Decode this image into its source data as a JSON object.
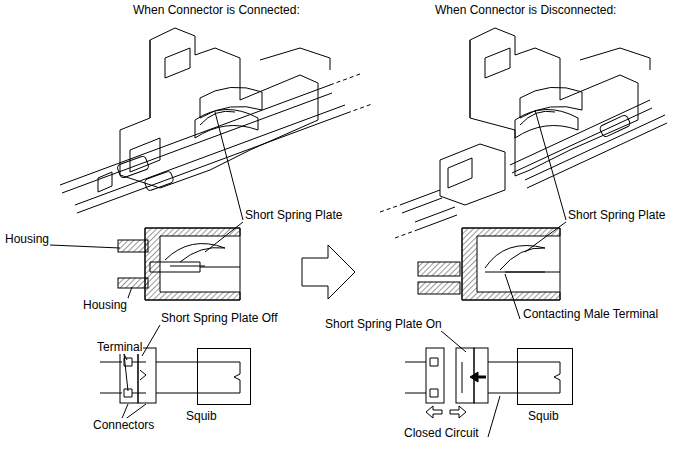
{
  "diagram": {
    "nodes": [
      {
        "text": [
          "Squib"
        ]
      },
      {
        "text": [
          "Squib"
        ]
      }
    ],
    "labels": [
      "When Connector is Connected:",
      "When Connector is Disconnected:",
      "Short Spring Plate",
      "Short Spring Plate",
      "Housing",
      "Housing",
      "Short Spring Plate Off",
      "Contacting Male Terminal",
      "Terminal",
      "Short Spring Plate On",
      "Connectors",
      "Closed Circuit"
    ]
  }
}
